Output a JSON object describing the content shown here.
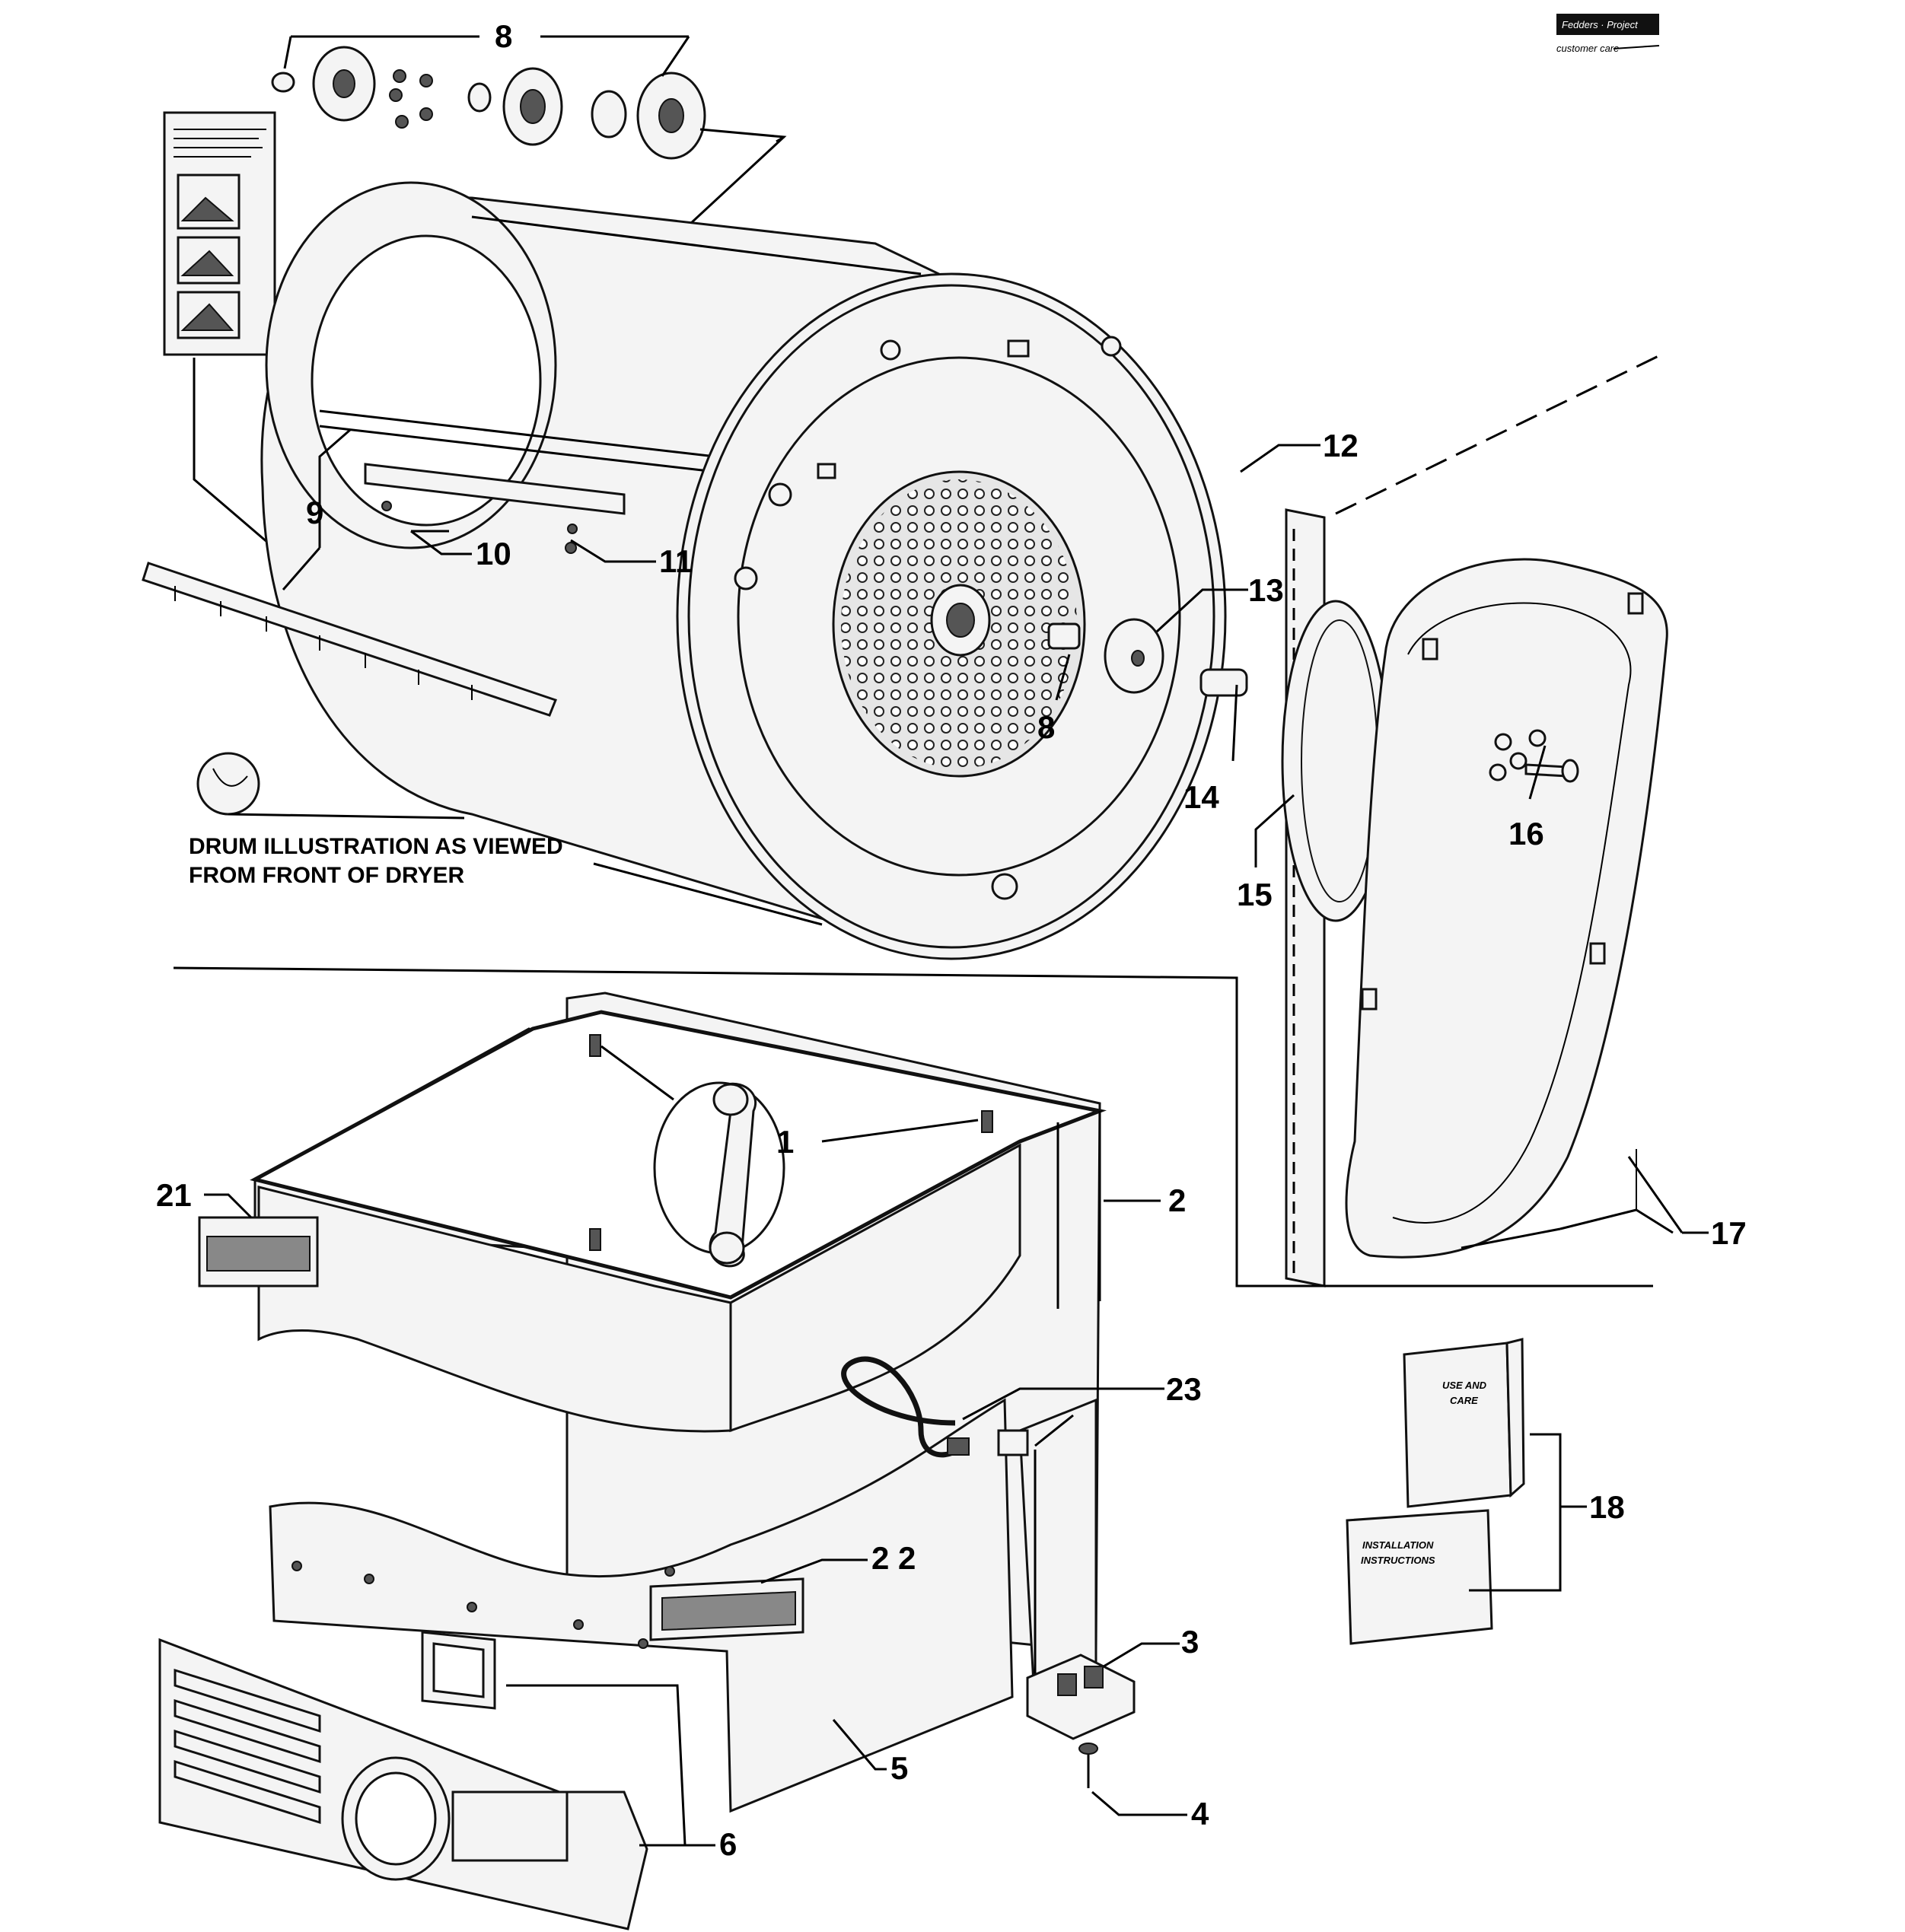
{
  "brand_logo": {
    "line1": "Fedders · Project",
    "line2": "customer care"
  },
  "caption": {
    "line1": "DRUM ILLUSTRATION AS VIEWED",
    "line2": "FROM FRONT OF DRYER"
  },
  "callouts": {
    "c1": "1",
    "c2": "2",
    "c3": "3",
    "c4": "4",
    "c5": "5",
    "c6": "6",
    "c8_top": "8",
    "c8_mid": "8",
    "c9": "9",
    "c10": "10",
    "c11": "11",
    "c12": "12",
    "c13": "13",
    "c14": "14",
    "c15": "15",
    "c16": "16",
    "c17": "17",
    "c18": "18",
    "c21": "21",
    "c22": "2 2",
    "c23": "23"
  },
  "books": {
    "use_care_1": "USE AND",
    "use_care_2": "CARE",
    "install_1": "INSTALLATION",
    "install_2": "INSTRUCTIONS"
  },
  "colors": {
    "line": "#000000",
    "part_fill": "#f4f4f4",
    "background": "#ffffff"
  }
}
